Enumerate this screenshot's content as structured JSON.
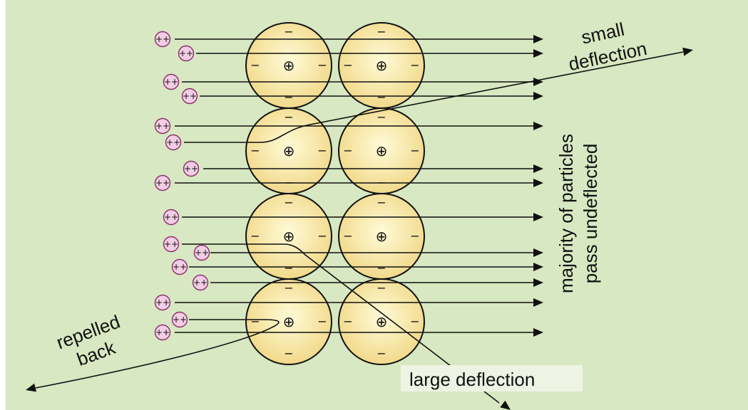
{
  "labels": {
    "small": [
      "small",
      "deflection"
    ],
    "majority": [
      "majority of particles",
      "pass undeflected"
    ],
    "repelled": [
      "repelled",
      "back"
    ],
    "large": "large deflection"
  },
  "symbols": {
    "nucleus": "⊕",
    "electron": "−",
    "alpha": "++"
  },
  "colors": {
    "background": "#d7e8c2",
    "atom_fill_center": "#fffbd8",
    "atom_fill_edge": "#f1d98a",
    "particle_fill": "#f3cde4",
    "particle_stroke": "#8a2d6b",
    "line": "#111111",
    "label_box": "#eef4e4"
  },
  "icons": {
    "atom": "atom-circle",
    "alpha_particle": "alpha-particle-icon",
    "arrow": "arrowhead"
  }
}
